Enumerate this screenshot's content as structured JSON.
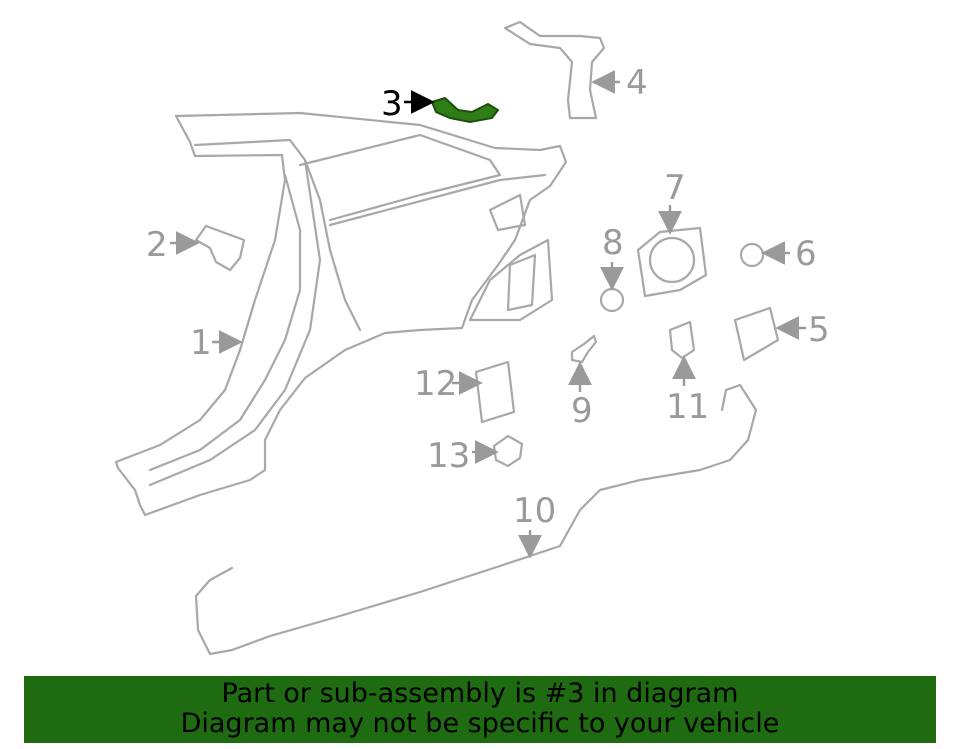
{
  "diagram": {
    "highlighted_part": "3",
    "highlight_color": "#2f7d16",
    "callouts": {
      "c1": "1",
      "c2": "2",
      "c3": "3",
      "c4": "4",
      "c5": "5",
      "c6": "6",
      "c7": "7",
      "c8": "8",
      "c9": "9",
      "c10": "10",
      "c11": "11",
      "c12": "12",
      "c13": "13"
    }
  },
  "banner": {
    "line1": "Part or sub-assembly is #3 in diagram",
    "line2": "Diagram may not be specific to your vehicle",
    "background": "#1e6b12"
  }
}
